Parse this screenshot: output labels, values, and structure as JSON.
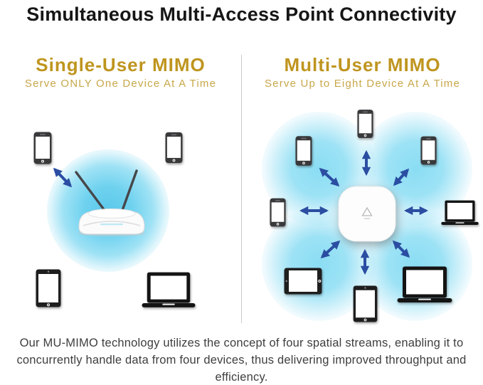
{
  "title": "Simultaneous Multi-Access Point Connectivity",
  "left_panel": {
    "title": "Single-User MIMO",
    "subtitle": "Serve ONLY One Device At A Time",
    "hardware": "wifi-router",
    "devices": [
      "smartphone",
      "smartphone",
      "tablet",
      "laptop"
    ],
    "connected_devices": 1,
    "connection_arrows": 1
  },
  "right_panel": {
    "title": "Multi-User MIMO",
    "subtitle": "Serve Up to Eight Device At A Time",
    "hardware": "ceiling-access-point",
    "devices": [
      "smartphone-top",
      "smartphone-top-left",
      "smartphone-top-right",
      "smartphone-left",
      "laptop-right",
      "tablet-landscape-bottom-left",
      "tablet-portrait-bottom",
      "laptop-bottom-right"
    ],
    "connected_devices": 8,
    "connection_arrows": 8
  },
  "footer": {
    "description": "Our MU-MIMO technology utilizes the concept of four spatial streams, enabling it to concurrently handle data from four devices, thus delivering improved throughput and efficiency."
  },
  "colors": {
    "accent_gold_title": "#bf951f",
    "accent_gold_subtitle": "#c8a74a",
    "arrow_blue": "#2b4ea2",
    "glow_cyan": "#5cc8ea",
    "heading_black": "#161616",
    "body_text": "#3e3e3e",
    "divider_gray": "#c9c9c9"
  }
}
